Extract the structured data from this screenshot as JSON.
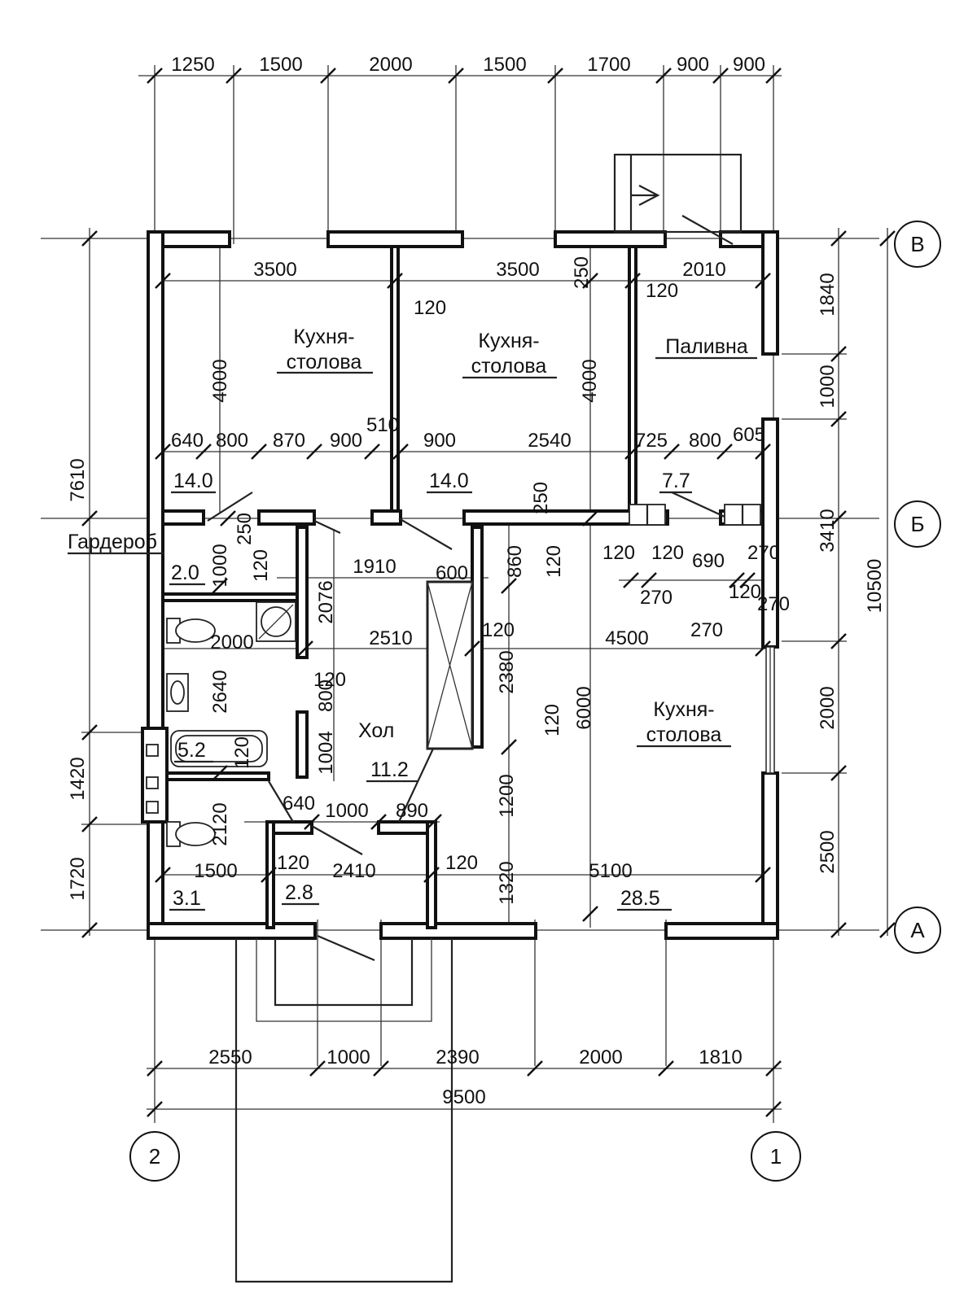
{
  "axes": {
    "rows": [
      "В",
      "Б",
      "А"
    ],
    "cols": [
      "2",
      "1"
    ]
  },
  "rooms": [
    {
      "id": "kitchen1",
      "name1": "Кухня-",
      "name2": "столова",
      "area": "14.0"
    },
    {
      "id": "kitchen2",
      "name1": "Кухня-",
      "name2": "столова",
      "area": "14.0"
    },
    {
      "id": "boiler",
      "name1": "Паливна",
      "area": "7.7"
    },
    {
      "id": "wardrobe",
      "name1": "Гардероб",
      "area": "2.0"
    },
    {
      "id": "bath",
      "area": "5.2"
    },
    {
      "id": "hall",
      "name1": "Хол",
      "area": "11.2"
    },
    {
      "id": "kitchen3",
      "name1": "Кухня-",
      "name2": "столова",
      "area": "28.5"
    },
    {
      "id": "wc",
      "area": "3.1"
    },
    {
      "id": "vestibule",
      "area": "2.8"
    }
  ],
  "dims_top": [
    "1250",
    "1500",
    "2000",
    "1500",
    "1700",
    "900",
    "900"
  ],
  "dims_bottom": [
    "2550",
    "1000",
    "2390",
    "2000",
    "1810"
  ],
  "dim_total_bottom": "9500",
  "dims_right": [
    "1840",
    "1000",
    "3410",
    "2000",
    "2500"
  ],
  "dim_total_right": "10500",
  "dims_left": [
    "7610",
    "1420",
    "1720"
  ],
  "dims_inner": [
    "3500",
    "3500",
    "2010",
    "250",
    "120",
    "120",
    "4000",
    "4000",
    "1000",
    "640",
    "800",
    "870",
    "900",
    "510",
    "900",
    "2540",
    "725",
    "800",
    "605",
    "250",
    "250",
    "1910",
    "600",
    "860",
    "120",
    "120",
    "120",
    "690",
    "270",
    "270",
    "120",
    "270",
    "270",
    "1000",
    "120",
    "2076",
    "2000",
    "2510",
    "120",
    "4500",
    "2640",
    "120",
    "2380",
    "800",
    "1004",
    "120",
    "6000",
    "120",
    "1200",
    "640",
    "1000",
    "890",
    "2120",
    "1500",
    "120",
    "2410",
    "120",
    "1320",
    "5100"
  ]
}
